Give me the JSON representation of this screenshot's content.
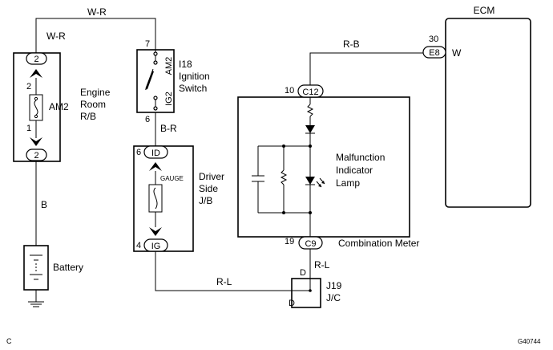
{
  "wires": {
    "top": "W-R",
    "am2_top": "W-R",
    "battery": "B",
    "ig2_out": "B-R",
    "jc_in": "R-L",
    "meter_to_jc": "R-L",
    "ecm_line": "R-B"
  },
  "engine_room_rb": {
    "label_lines": [
      "Engine",
      "Room",
      "R/B"
    ],
    "fuse": "AM2",
    "top_connector": "2",
    "bottom_connector": "2",
    "fuse_pin_top": "2",
    "fuse_pin_bottom": "1"
  },
  "battery": {
    "label": "Battery"
  },
  "ignition_switch": {
    "code": "I18",
    "label_lines": [
      "Ignition",
      "Switch"
    ],
    "contact_top": "AM2",
    "contact_bottom": "IG2",
    "pin_top": "7",
    "pin_bottom": "6"
  },
  "driver_side_jb": {
    "label_lines": [
      "Driver",
      "Side",
      "J/B"
    ],
    "fuse": "GAUGE",
    "top_connector": "ID",
    "top_pin": "6",
    "bottom_connector": "IG",
    "bottom_pin": "4"
  },
  "combination_meter": {
    "label": "Combination Meter",
    "lamp_label_lines": [
      "Malfunction",
      "Indicator",
      "Lamp"
    ],
    "top_connector": "C12",
    "top_pin": "10",
    "bottom_connector": "C9",
    "bottom_pin": "19"
  },
  "junction_connector": {
    "code": "J19",
    "label": "J/C",
    "pin_top": "D",
    "pin_bottom": "D"
  },
  "ecm": {
    "label": "ECM",
    "connector": "E8",
    "pin": "30",
    "terminal": "W"
  },
  "corner": {
    "left": "C",
    "right": "G40744"
  }
}
